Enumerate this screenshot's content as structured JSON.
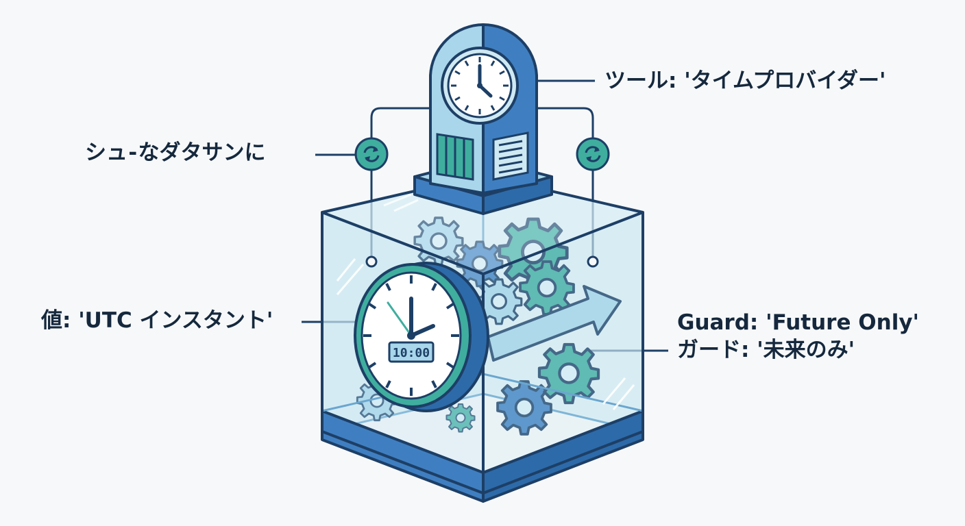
{
  "labels": {
    "tool": "ツール: 'タイムプロバイダー'",
    "sync": "シュ⁃なダタサンに",
    "value": "値: 'UTC インスタント'",
    "guard_en": "Guard: 'Future Only'",
    "guard_jp": "ガード: '未来のみ'"
  },
  "digital_display": "10:00",
  "colors": {
    "navy": "#1d3f66",
    "blue": "#3f7fc1",
    "light_blue": "#a9d6ea",
    "teal": "#3fae9f",
    "glass": "#cfe9f3",
    "ink": "#15283d"
  },
  "icons": [
    "clock-tower-icon",
    "sync-icon",
    "gear-icon",
    "arrow-icon",
    "analog-clock-icon"
  ]
}
